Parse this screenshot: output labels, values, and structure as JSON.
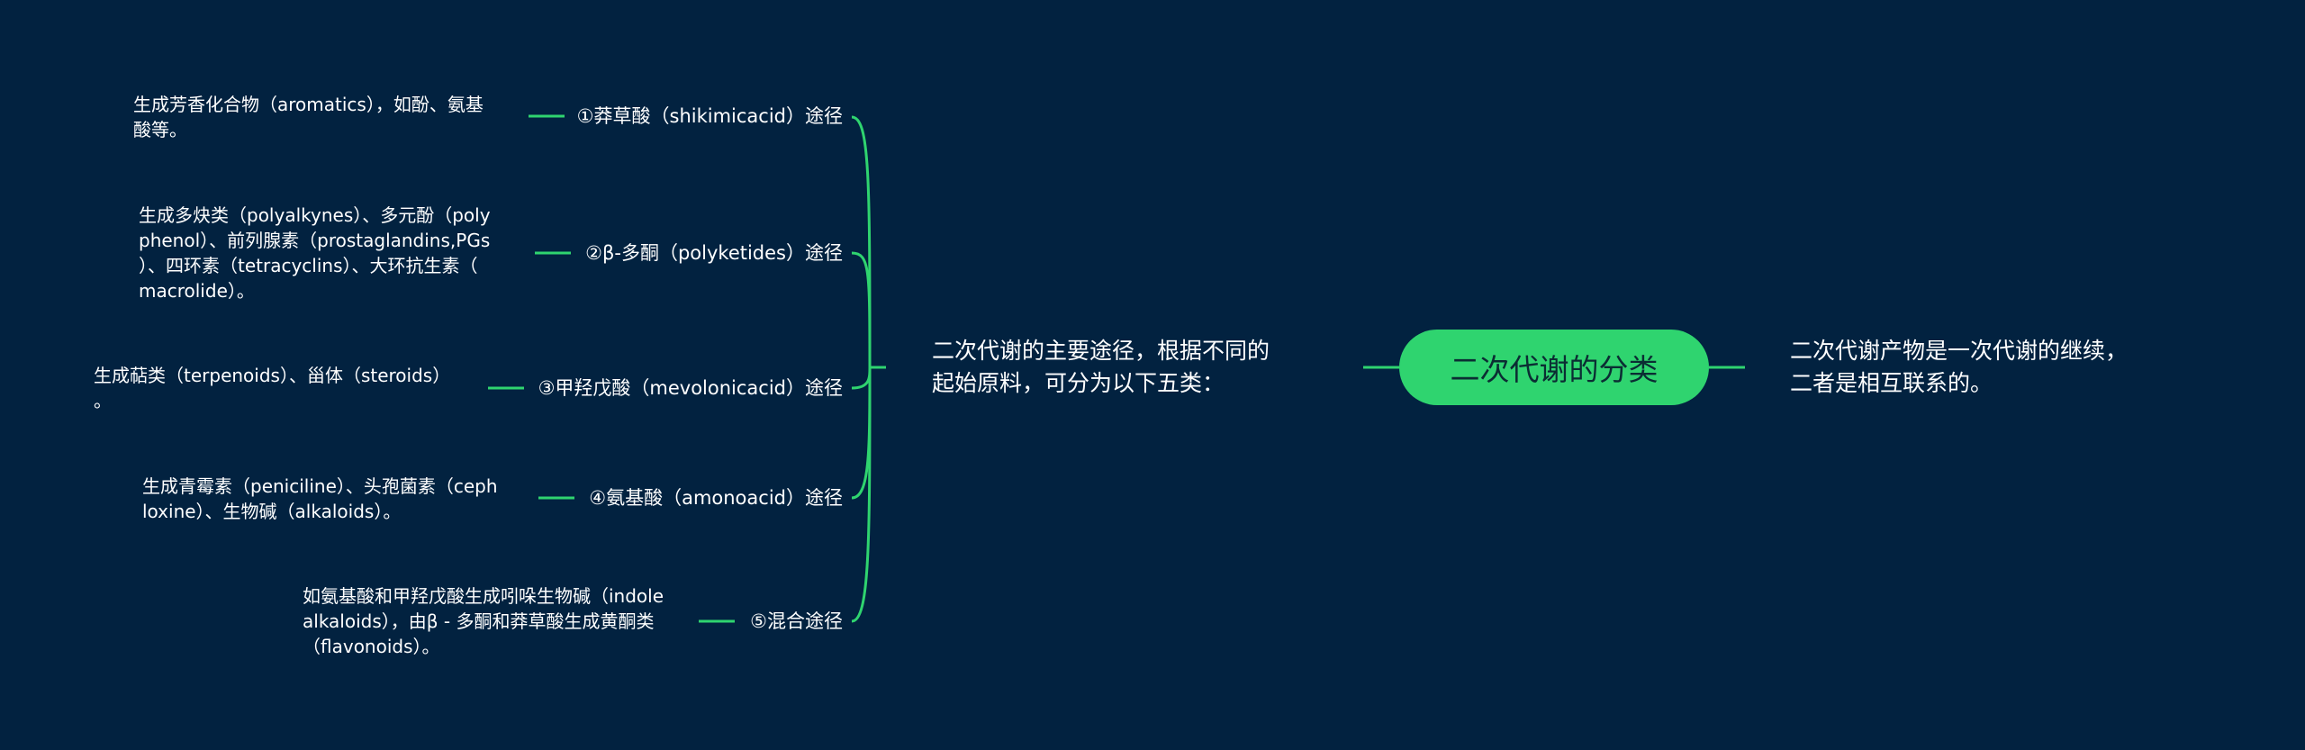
{
  "root": {
    "title": "二次代谢的分类"
  },
  "right": {
    "lines": [
      "二次代谢产物是一次代谢的继续，",
      "二者是相互联系的。"
    ]
  },
  "main": {
    "lines": [
      "二次代谢的主要途径，根据不同的",
      "起始原料，可分为以下五类："
    ]
  },
  "branches": [
    {
      "label": "①莽草酸（shikimicacid）途径",
      "detail": [
        "生成芳香化合物（aromatics），如酚、氨基",
        "酸等。"
      ]
    },
    {
      "label": "②β-多酮（polyketides）途径",
      "detail": [
        "生成多炔类（polyalkynes）、多元酚（poly",
        "phenol）、前列腺素（prostaglandins,PGs",
        "）、四环素（tetracyclins）、大环抗生素（",
        "macrolide）。"
      ]
    },
    {
      "label": "③甲羟戊酸（mevolonicacid）途径",
      "detail": [
        "生成萜类（terpenoids）、甾体（steroids）",
        "。"
      ]
    },
    {
      "label": "④氨基酸（amonoacid）途径",
      "detail": [
        "生成青霉素（peniciline）、头孢菌素（ceph",
        "loxine）、生物碱（alkaloids）。"
      ]
    },
    {
      "label": "⑤混合途径",
      "detail": [
        "如氨基酸和甲羟戊酸生成吲哚生物碱（indole",
        "alkaloids），由β - 多酮和莽草酸生成黄酮类",
        "（flavonoids）。"
      ]
    }
  ],
  "colors": {
    "background": "#022240",
    "accent": "#2fd46f",
    "root_text": "#0b2d33",
    "text": "#ffffff"
  }
}
